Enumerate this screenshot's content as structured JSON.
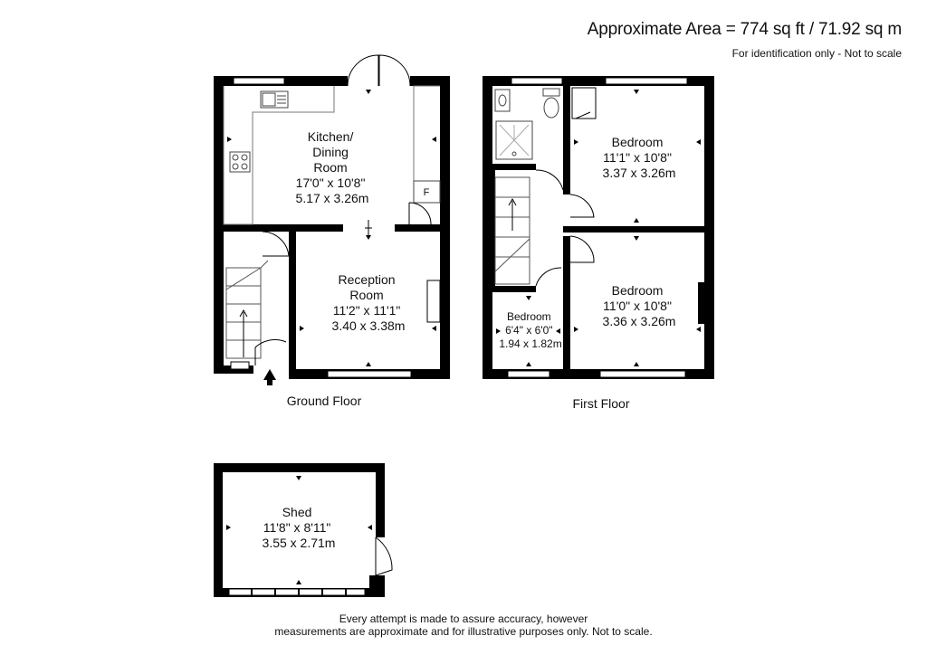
{
  "header": {
    "area": "Approximate Area = 774 sq ft / 71.92 sq m",
    "note": "For identification only - Not to scale"
  },
  "floors": {
    "ground": "Ground Floor",
    "first": "First Floor"
  },
  "rooms": {
    "kitchen": {
      "name": [
        "Kitchen/",
        "Dining",
        "Room"
      ],
      "imperial": "17'0\" x 10'8\"",
      "metric": "5.17 x 3.26m"
    },
    "reception": {
      "name": [
        "Reception",
        "Room"
      ],
      "imperial": "11'2\" x 11'1\"",
      "metric": "3.40 x 3.38m"
    },
    "bed1": {
      "name": [
        "Bedroom"
      ],
      "imperial": "11'1\" x 10'8\"",
      "metric": "3.37 x 3.26m"
    },
    "bed2": {
      "name": [
        "Bedroom"
      ],
      "imperial": "11'0\" x 10'8\"",
      "metric": "3.36 x 3.26m"
    },
    "bed3": {
      "name": [
        "Bedroom"
      ],
      "imperial": "6'4\" x 6'0\"",
      "metric": "1.94 x 1.82m"
    },
    "shed": {
      "name": [
        "Shed"
      ],
      "imperial": "11'8\" x 8'11\"",
      "metric": "3.55 x 2.71m"
    }
  },
  "fridge_label": "F",
  "footer": [
    "Every attempt is made to assure accuracy, however",
    "measurements are approximate and for illustrative purposes only. Not to scale."
  ]
}
